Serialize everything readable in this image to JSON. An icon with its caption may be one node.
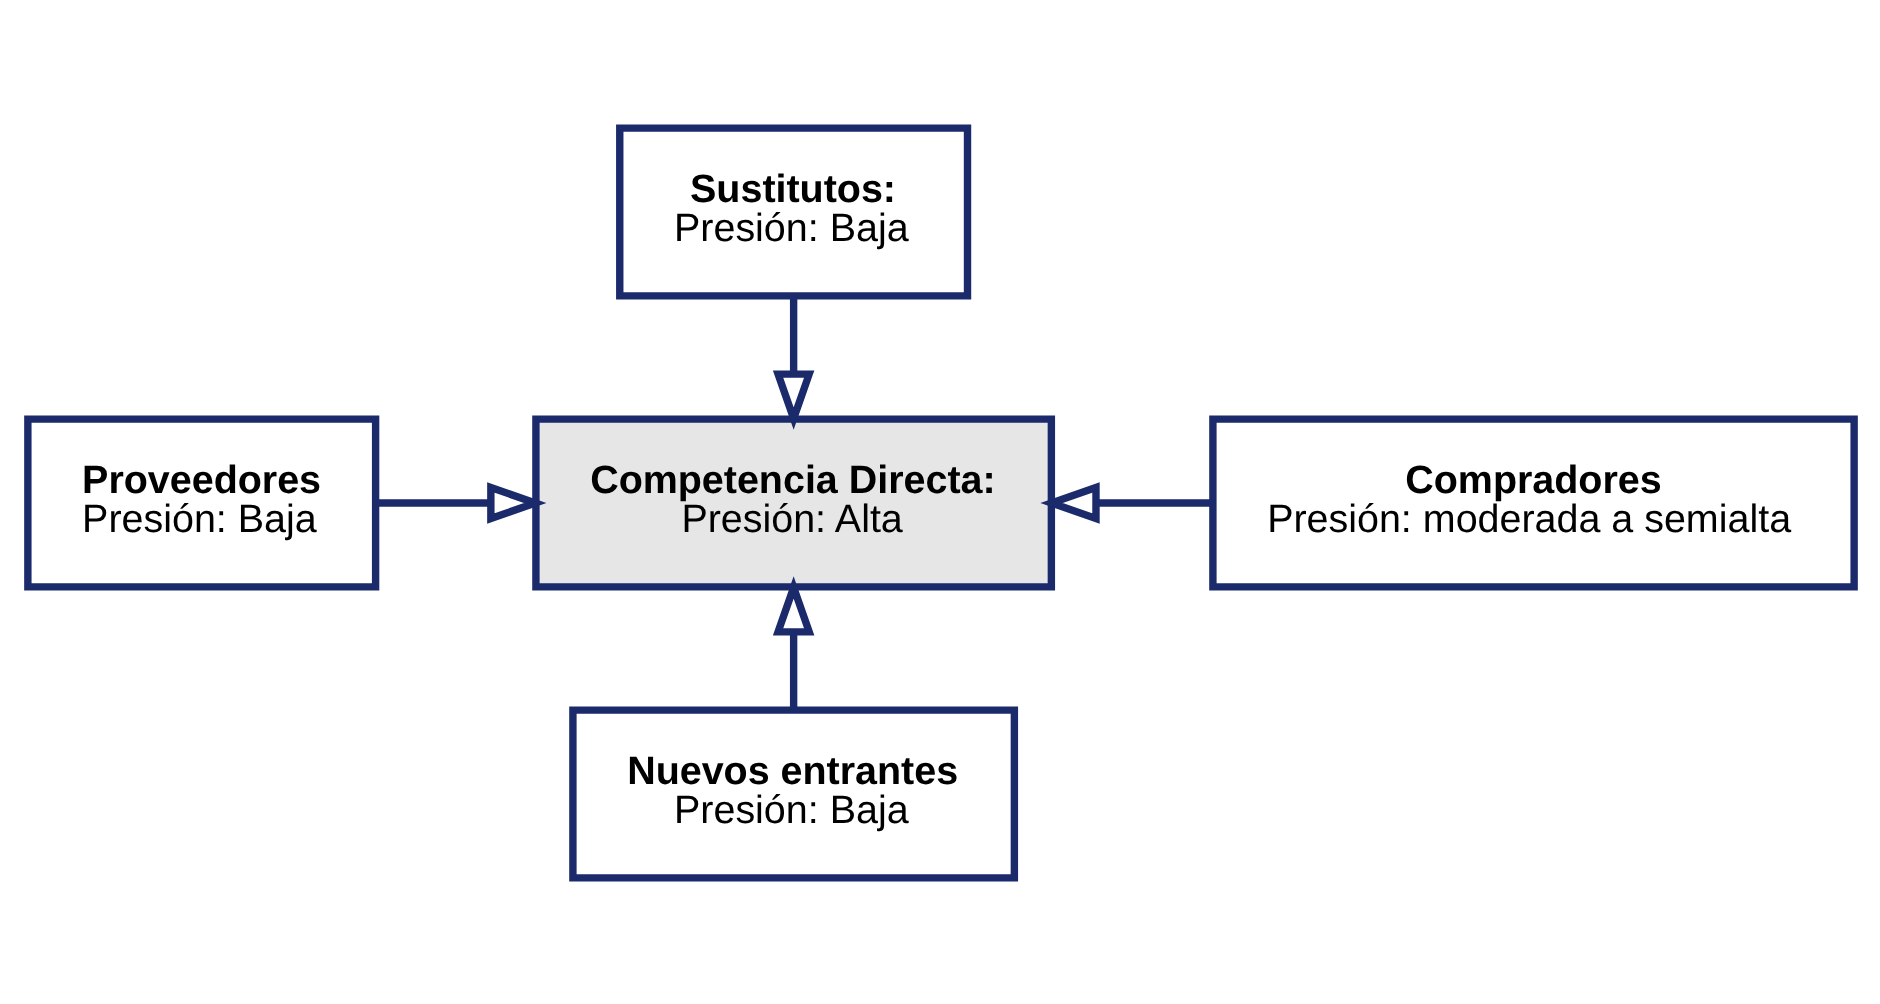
{
  "diagram": {
    "nodes": [
      {
        "text": [
          "Sustitutos:",
          "Presión: Baja"
        ]
      },
      {
        "text": [
          "Proveedores",
          "Presión: Baja"
        ]
      },
      {
        "text": [
          "Competencia Directa:",
          "Presión: Alta"
        ]
      },
      {
        "text": [
          "Compradores",
          "Presión: moderada a semialta"
        ]
      },
      {
        "text": [
          "Nuevos entrantes",
          "Presión: Baja"
        ]
      }
    ],
    "edges": [
      {
        "from": 0,
        "to": 2,
        "arrow": "to"
      },
      {
        "from": 1,
        "to": 2,
        "arrow": "to"
      },
      {
        "from": 3,
        "to": 2,
        "arrow": "to"
      },
      {
        "from": 4,
        "to": 2,
        "arrow": "to"
      }
    ]
  }
}
